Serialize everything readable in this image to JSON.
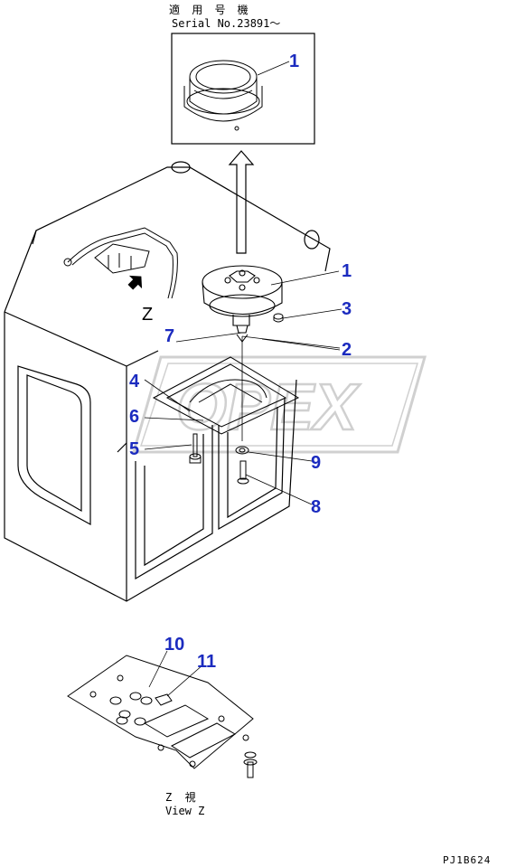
{
  "header": {
    "applicability_jp": "適 用 号 機",
    "serial_line": "Serial No.23891〜"
  },
  "callouts": [
    "1",
    "1",
    "3",
    "7",
    "2",
    "4",
    "6",
    "5",
    "9",
    "8",
    "10",
    "11"
  ],
  "view_label": {
    "jp": "Z  視",
    "en": "View Z"
  },
  "z_marker": "Z",
  "watermark": "OPEX",
  "drawing_code": "PJ1B624",
  "colors": {
    "callout": "#1b2bbf",
    "line": "#000000",
    "watermark": "#d8d8d8"
  }
}
